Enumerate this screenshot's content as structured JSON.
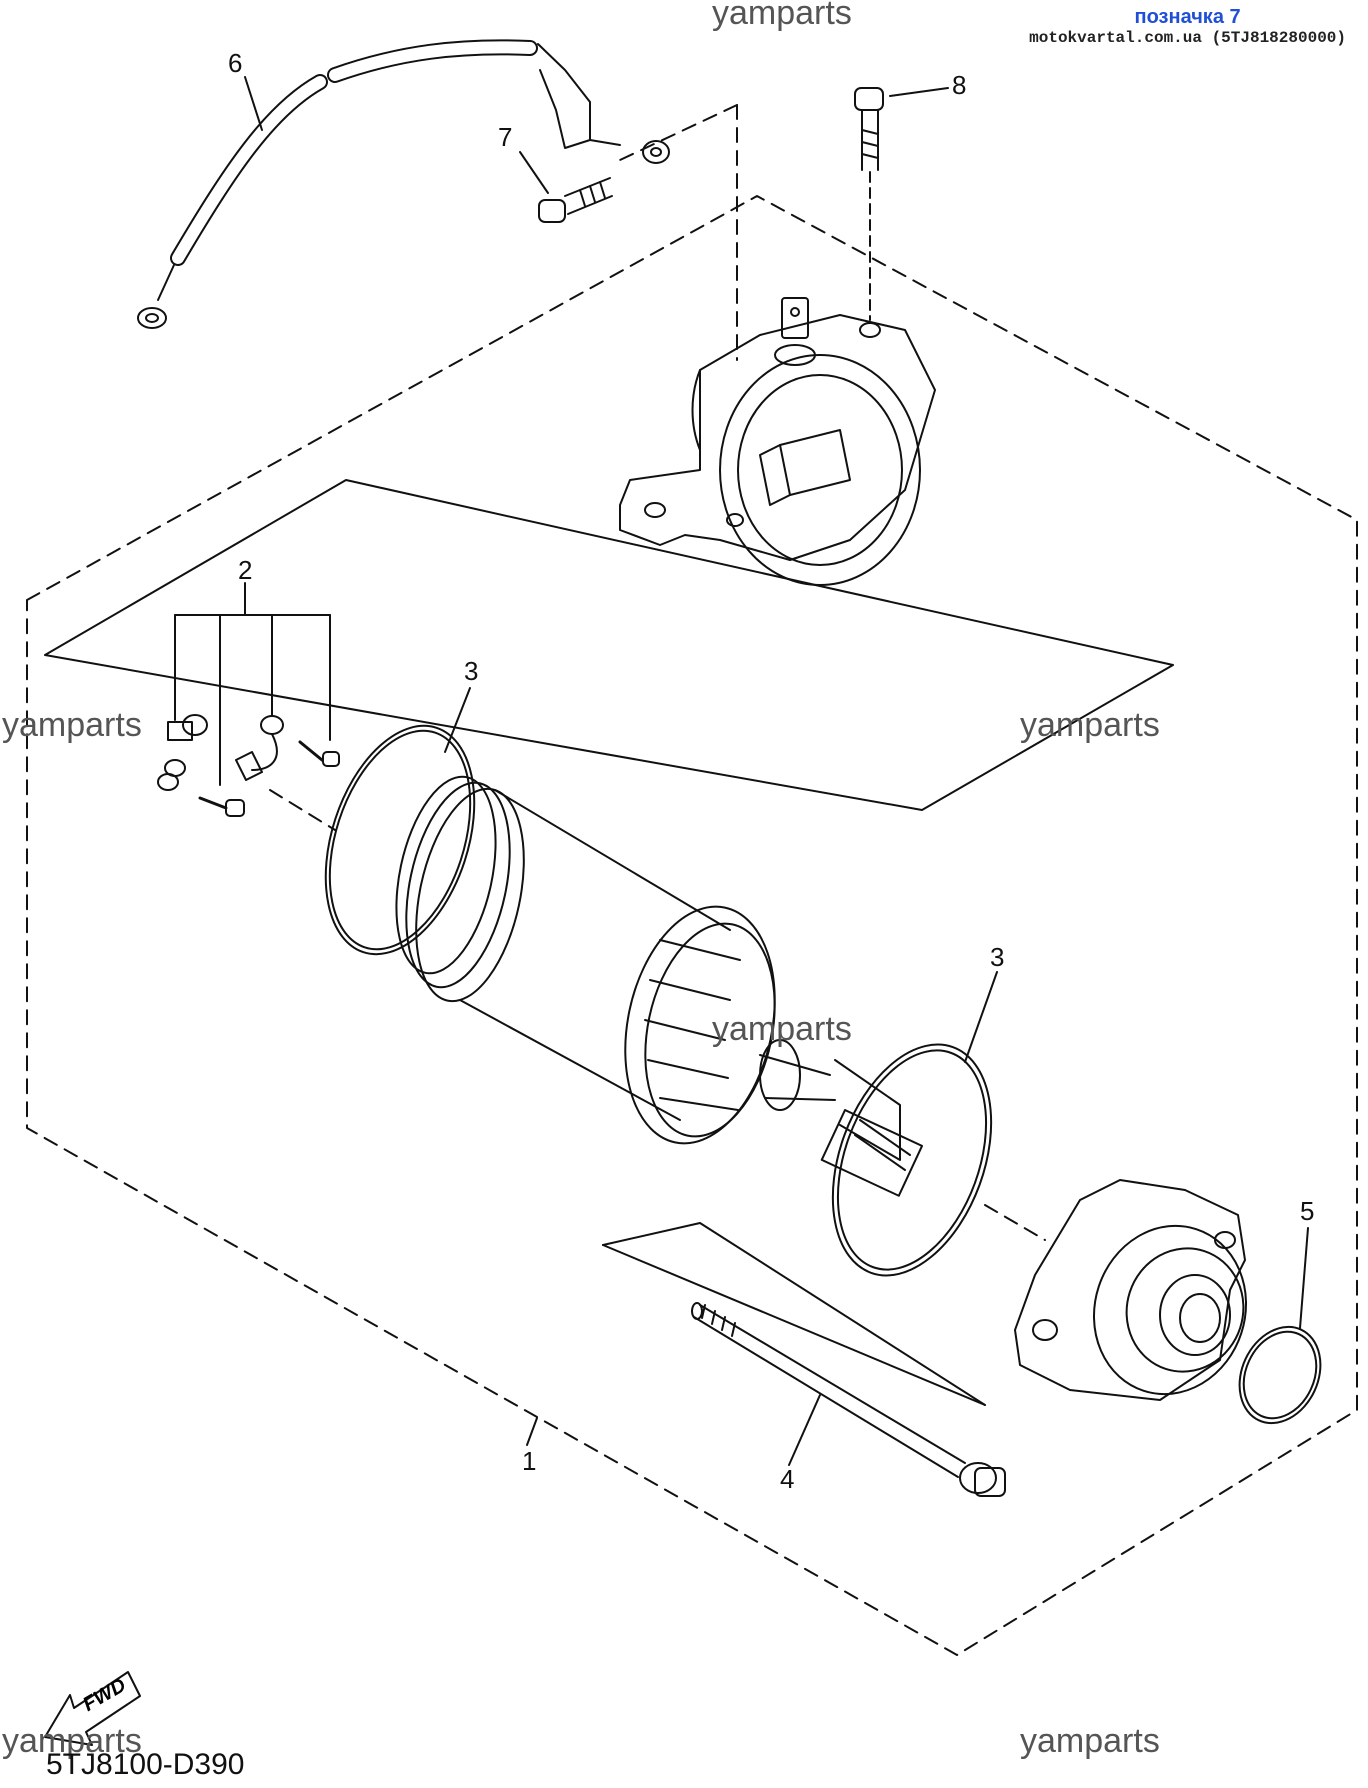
{
  "watermark": "yamparts",
  "badge": {
    "label": "позначка 7",
    "site": "motokvartal.com.ua (5TJ818280000)"
  },
  "diagram_code": "5TJ8100-D390",
  "fwd_label": "FWD",
  "callouts": {
    "c1": "1",
    "c2": "2",
    "c3a": "3",
    "c3b": "3",
    "c4": "4",
    "c5": "5",
    "c6": "6",
    "c7": "7",
    "c8": "8"
  }
}
